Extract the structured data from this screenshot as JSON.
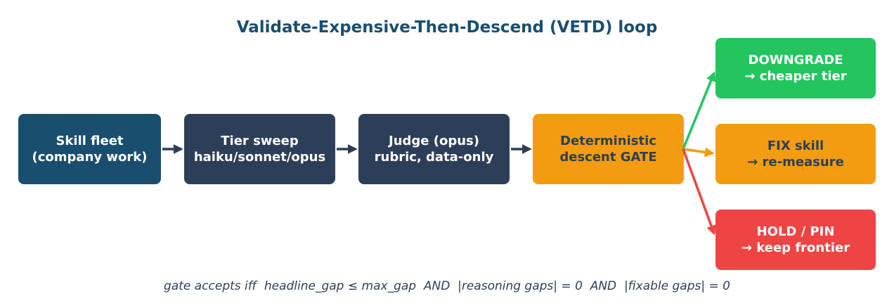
{
  "title": "Validate-Expensive-Then-Descend (VETD) loop",
  "nodes": {
    "skill_fleet": {
      "line1": "Skill fleet",
      "line2": "(company work)"
    },
    "tier_sweep": {
      "line1": "Tier sweep",
      "line2": "haiku/sonnet/opus"
    },
    "judge": {
      "line1": "Judge (opus)",
      "line2": "rubric, data-only"
    },
    "gate": {
      "line1": "Deterministic",
      "line2": "descent GATE"
    },
    "downgrade": {
      "line1": "DOWNGRADE",
      "line2": "→ cheaper tier"
    },
    "fix": {
      "line1": "FIX skill",
      "line2": "→ re-measure"
    },
    "hold": {
      "line1": "HOLD / PIN",
      "line2": "→ keep frontier"
    }
  },
  "caption": "gate accepts iff  headline_gap ≤ max_gap  AND  |reasoning gaps| = 0  AND  |fixable gaps| = 0",
  "colors": {
    "title": "#1a4e6e",
    "fleet": "#1a4e6e",
    "dark": "#2d3f58",
    "gate": "#f39c12",
    "green": "#22c55e",
    "red": "#ef4444",
    "text_light": "#ffffff",
    "text_dark": "#2d3f58"
  }
}
